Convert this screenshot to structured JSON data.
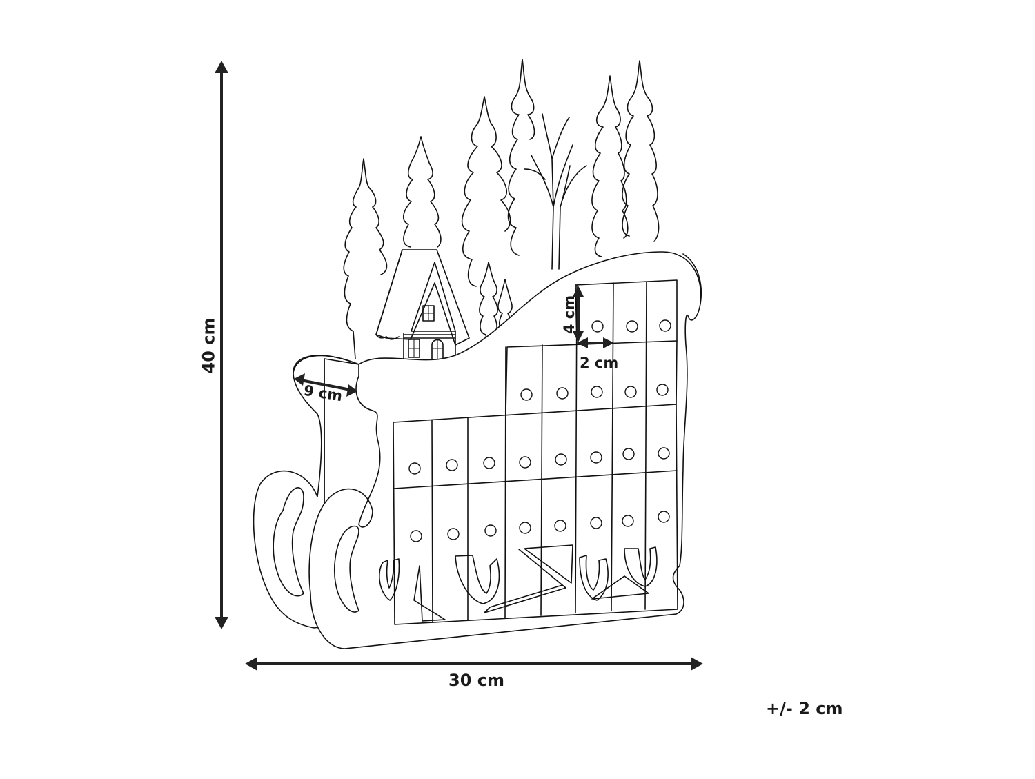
{
  "figure": {
    "subject": "sleigh advent calendar with trees and house",
    "dimensions": {
      "width": "30 cm",
      "height": "40 cm",
      "depth": "9 cm",
      "drawer_height": "4 cm",
      "drawer_width": "2 cm",
      "tolerance": "+/- 2 cm"
    },
    "drawers": {
      "count": 24,
      "rows": [
        {
          "row": 1,
          "count": 3
        },
        {
          "row": 2,
          "count": 5
        },
        {
          "row": 3,
          "count": 8
        },
        {
          "row": 4,
          "count": 8
        }
      ]
    },
    "colors": {
      "line": "#111111",
      "arrow": "#222222",
      "background": "#ffffff"
    }
  }
}
